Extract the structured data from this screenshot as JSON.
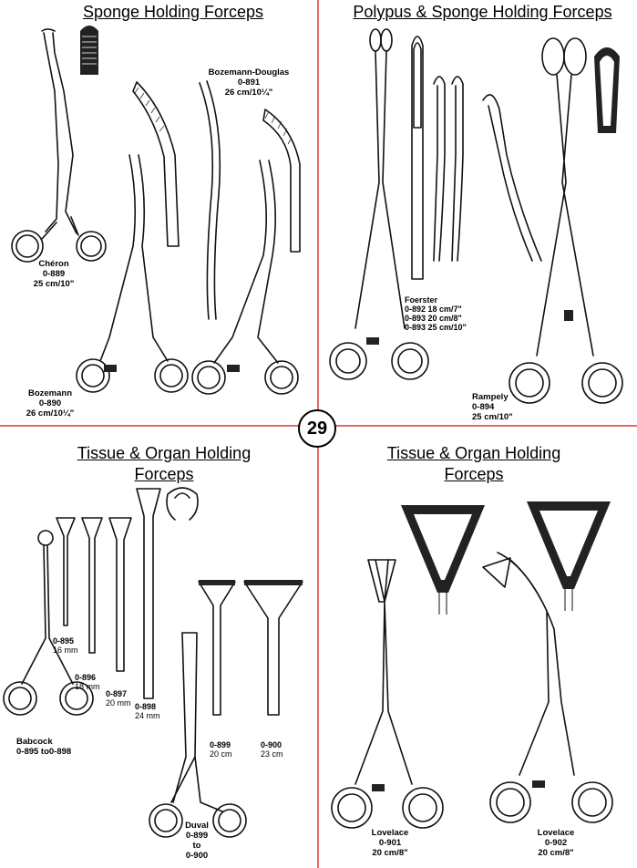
{
  "page_number": "29",
  "q1": {
    "title": "Sponge Holding Forceps",
    "cheron": {
      "name": "Chéron",
      "code": "0-889",
      "size": "25 cm/10\""
    },
    "bozemann": {
      "name": "Bozemann",
      "code": "0-890",
      "size": "26 cm/10¼\""
    },
    "bozemann_douglas": {
      "name": "Bozemann-Douglas",
      "code": "0-891",
      "size": "26 cm/10¼\""
    }
  },
  "q2": {
    "title": "Polypus & Sponge Holding Forceps",
    "foerster": {
      "name": "Foerster",
      "line1": "0-892  18 cm/7\"",
      "line2": "0-893  20 cm/8\"",
      "line3": "0-893  25 cm/10\""
    },
    "rampely": {
      "name": "Rampely",
      "code": "0-894",
      "size": "25 cm/10\""
    }
  },
  "q3": {
    "title_line1": "Tissue & Organ Holding",
    "title_line2": "Forceps",
    "items": [
      {
        "code": "0-895",
        "size": "16 mm"
      },
      {
        "code": "0-896",
        "size": "18 mm"
      },
      {
        "code": "0-897",
        "size": "20 mm"
      },
      {
        "code": "0-898",
        "size": "24 mm"
      }
    ],
    "babcock": {
      "name": "Babcock",
      "range": "0-895 to0-898"
    },
    "i899": {
      "code": "0-899",
      "size": "20 cm"
    },
    "i900": {
      "code": "0-900",
      "size": "23 cm"
    },
    "duval": {
      "name": "Duval",
      "from": "0-899",
      "to_word": "to",
      "to": "0-900"
    }
  },
  "q4": {
    "title_line1": "Tissue & Organ Holding",
    "title_line2": "Forceps",
    "lovelace1": {
      "name": "Lovelace",
      "code": "0-901",
      "size": "20 cm/8\""
    },
    "lovelace2": {
      "name": "Lovelace",
      "code": "0-902",
      "size": "20 cm/8\""
    }
  }
}
